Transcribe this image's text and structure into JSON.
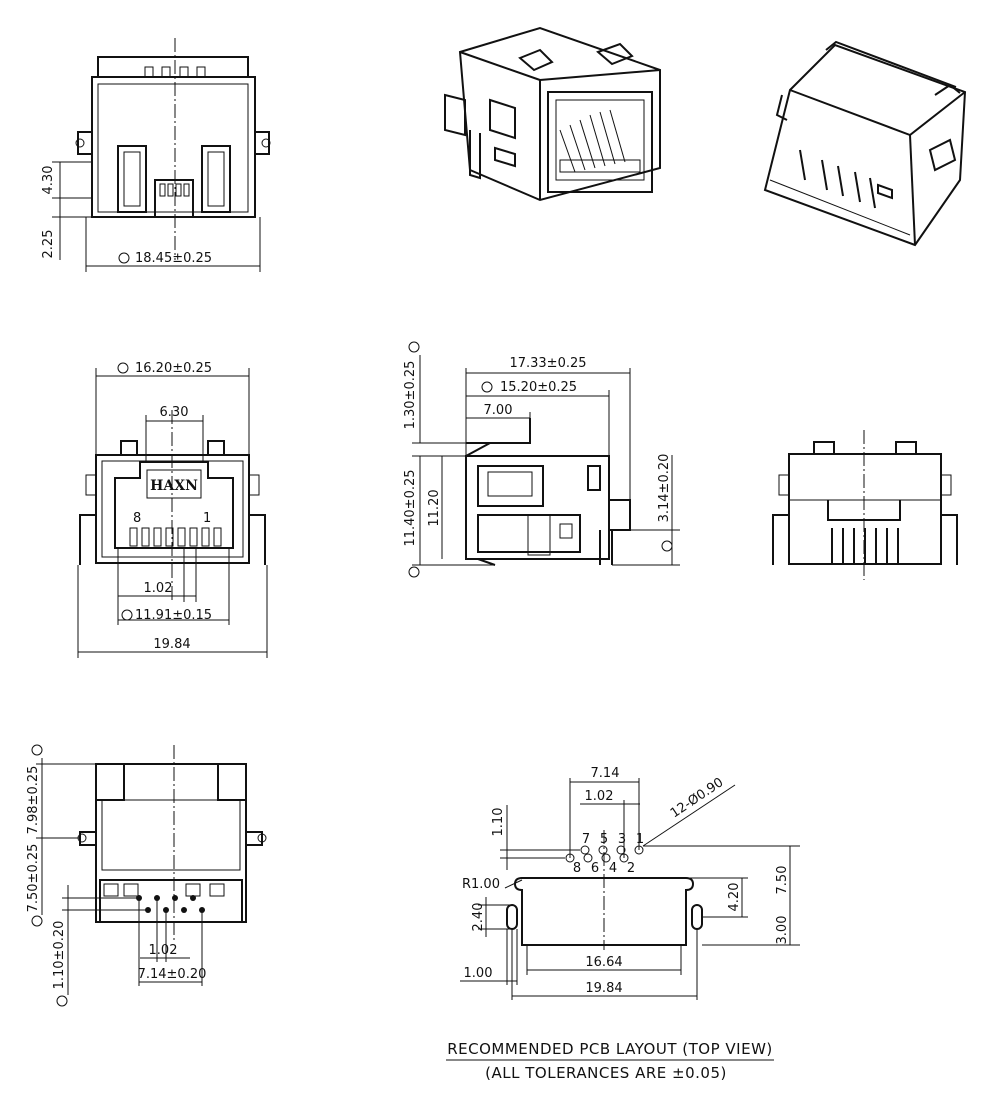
{
  "brand": "HAXN",
  "front_view": {
    "width": "16.20±0.25",
    "tab_span": "6.30",
    "pitch": "1.02",
    "contact_span": "11.91±0.15",
    "overall": "19.84",
    "pin8": "8",
    "pin1": "1"
  },
  "side_view": {
    "length": "17.33±0.25",
    "body_length": "15.20±0.25",
    "latch": "7.00",
    "offset": "1.30±0.25",
    "height_tol": "11.40±0.25",
    "height": "11.20",
    "pin_height": "3.14±0.20"
  },
  "bottom_top_view": {
    "h1": "4.30",
    "h2": "2.25",
    "width": "18.45±0.25"
  },
  "bottom_view": {
    "d1": "7.98±0.25",
    "d2": "7.50±0.25",
    "d3": "1.10±0.20",
    "pitch": "1.02",
    "span": "7.14±0.20"
  },
  "pcb": {
    "pin_span": "7.14",
    "pitch": "1.02",
    "holes": "12-Ø0.90",
    "row_gap": "1.10",
    "radius": "R1.00",
    "slot": "2.40",
    "slot_w": "1.00",
    "inner": "16.64",
    "overall": "19.84",
    "d420": "4.20",
    "d750": "7.50",
    "d300": "3.00",
    "top_pins": [
      "7",
      "5",
      "3",
      "1"
    ],
    "bottom_pins": [
      "8",
      "6",
      "4",
      "2"
    ]
  },
  "caption": {
    "line1": "RECOMMENDED PCB LAYOUT (TOP VIEW)",
    "line2": "(ALL TOLERANCES ARE ±0.05)"
  }
}
